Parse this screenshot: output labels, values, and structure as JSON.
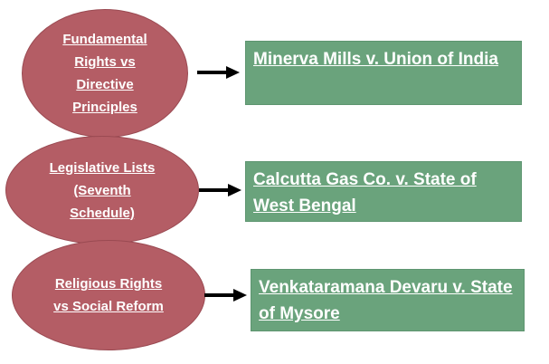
{
  "rows": [
    {
      "topic": "Fundamental\nRights vs\nDirective\nPrinciples",
      "case": "Minerva Mills v. Union of India"
    },
    {
      "topic": "Legislative Lists\n(Seventh\nSchedule)",
      "case": "Calcutta Gas Co. v. State of West Bengal"
    },
    {
      "topic": "Religious Rights\nvs Social Reform",
      "case": "Venkataramana Devaru v. State of Mysore"
    }
  ],
  "colors": {
    "ellipse_fill": "#b45d65",
    "box_fill": "#6aa37c",
    "text": "#ffffff",
    "arrow": "#000000"
  }
}
